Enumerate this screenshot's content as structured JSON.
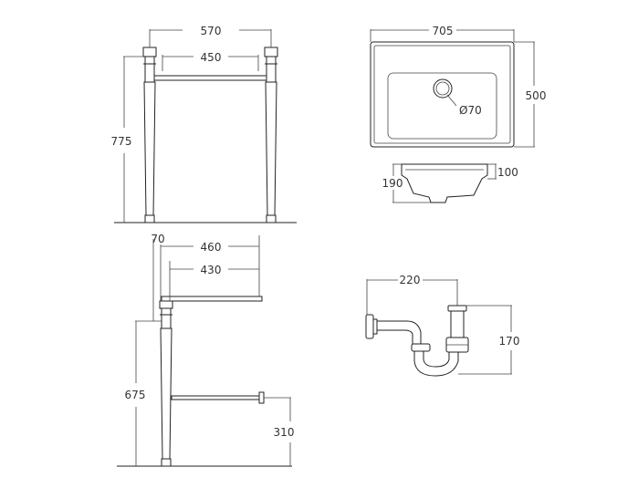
{
  "front_view": {
    "width_outer": "570",
    "width_inner": "450",
    "height": "775"
  },
  "top_view": {
    "width": "705",
    "depth": "500",
    "drain": "Ø70"
  },
  "section_view": {
    "rim": "100",
    "height": "190"
  },
  "side_view": {
    "offset": "70",
    "depth_outer": "460",
    "depth_inner": "430",
    "height": "675",
    "rail_height": "310"
  },
  "trap": {
    "projection": "220",
    "height": "170"
  },
  "colors": {
    "line": "#222222",
    "text": "#333333",
    "background": "#ffffff"
  }
}
